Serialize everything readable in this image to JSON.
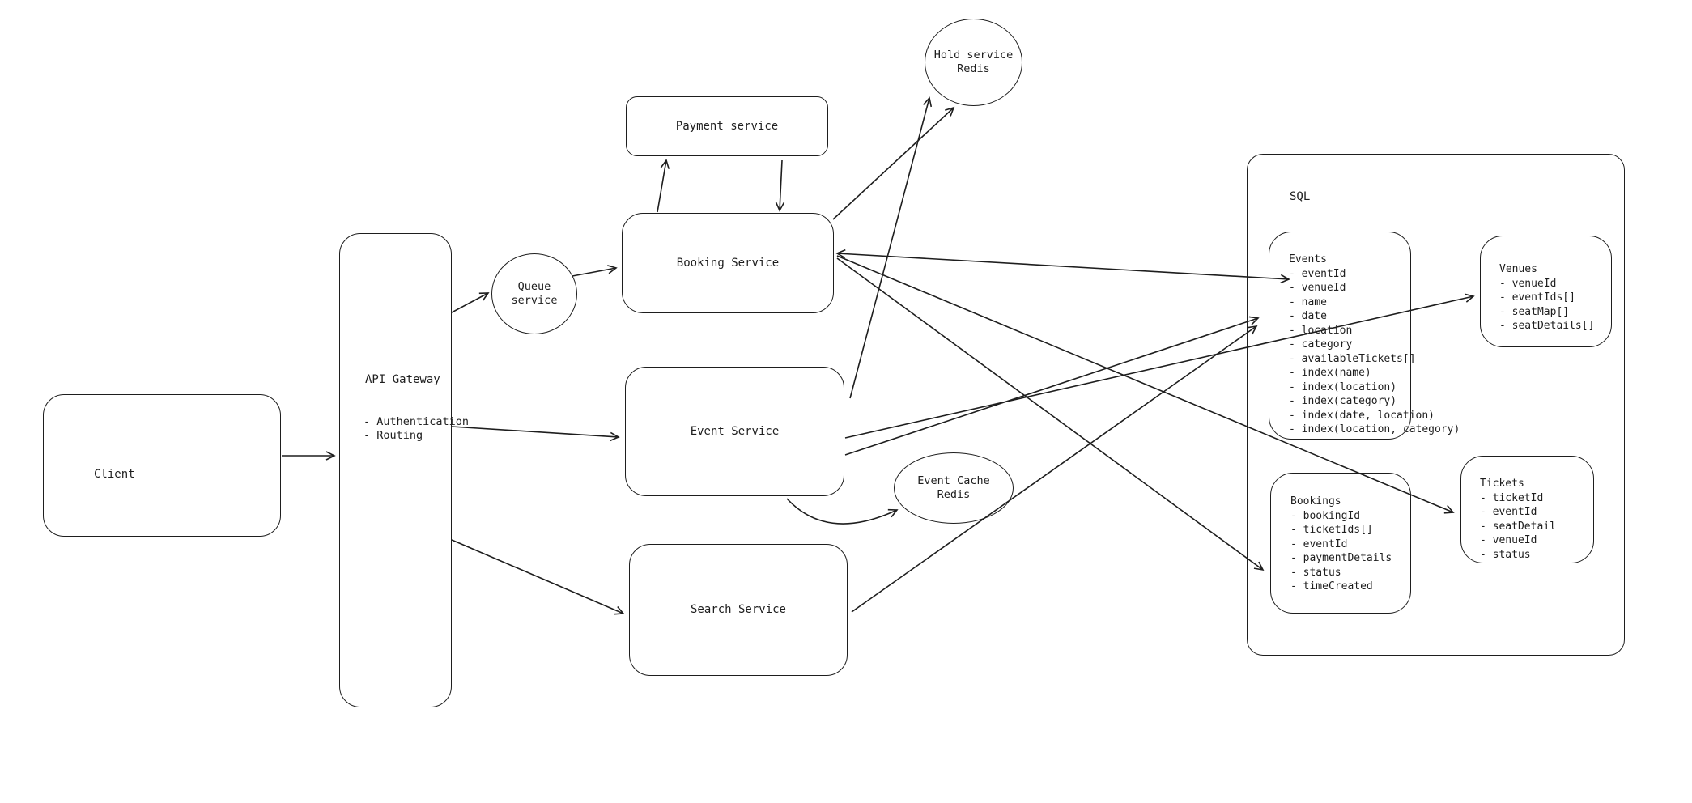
{
  "colors": {
    "stroke": "#1e1e1e",
    "background": "#ffffff"
  },
  "nodes": {
    "client": {
      "label": "Client"
    },
    "api_gateway": {
      "title": "API Gateway",
      "items": [
        "- Authentication",
        "- Routing"
      ]
    },
    "queue_service": {
      "lines": [
        "Queue",
        "service"
      ]
    },
    "payment_service": {
      "label": "Payment service"
    },
    "booking_service": {
      "label": "Booking Service"
    },
    "hold_service_redis": {
      "lines": [
        "Hold service",
        "Redis"
      ]
    },
    "event_service": {
      "label": "Event Service"
    },
    "event_cache_redis": {
      "lines": [
        "Event Cache",
        "Redis"
      ]
    },
    "search_service": {
      "label": "Search Service"
    },
    "sql": {
      "label": "SQL",
      "tables": {
        "events": {
          "title": "Events",
          "fields": [
            "- eventId",
            "- venueId",
            "- name",
            "- date",
            "- location",
            "- category",
            "- availableTickets[]",
            "- index(name)",
            "- index(location)",
            "- index(category)",
            "- index(date, location)",
            "- index(location, category)"
          ]
        },
        "venues": {
          "title": "Venues",
          "fields": [
            "- venueId",
            "- eventIds[]",
            "- seatMap[]",
            "- seatDetails[]"
          ]
        },
        "bookings": {
          "title": "Bookings",
          "fields": [
            "- bookingId",
            "- ticketIds[]",
            "- eventId",
            "- paymentDetails",
            "- status",
            "- timeCreated"
          ]
        },
        "tickets": {
          "title": "Tickets",
          "fields": [
            "- ticketId",
            "- eventId",
            "- seatDetail",
            "- venueId",
            "- status"
          ]
        }
      }
    }
  },
  "edges": [
    {
      "from": "client",
      "to": "api_gateway"
    },
    {
      "from": "api_gateway",
      "to": "queue_service"
    },
    {
      "from": "queue_service",
      "to": "booking_service"
    },
    {
      "from": "api_gateway",
      "to": "event_service"
    },
    {
      "from": "api_gateway",
      "to": "search_service"
    },
    {
      "from": "booking_service",
      "to": "payment_service"
    },
    {
      "from": "payment_service",
      "to": "booking_service"
    },
    {
      "from": "booking_service",
      "to": "hold_service_redis"
    },
    {
      "from": "event_service",
      "to": "hold_service_redis"
    },
    {
      "from": "booking_service",
      "to": "sql.events"
    },
    {
      "from": "booking_service",
      "to": "sql.tickets"
    },
    {
      "from": "booking_service",
      "to": "sql.bookings"
    },
    {
      "from": "event_service",
      "to": "sql.venues"
    },
    {
      "from": "event_service",
      "to": "sql.events"
    },
    {
      "from": "search_service",
      "to": "sql.events"
    },
    {
      "from": "event_service",
      "to": "event_cache_redis"
    }
  ]
}
